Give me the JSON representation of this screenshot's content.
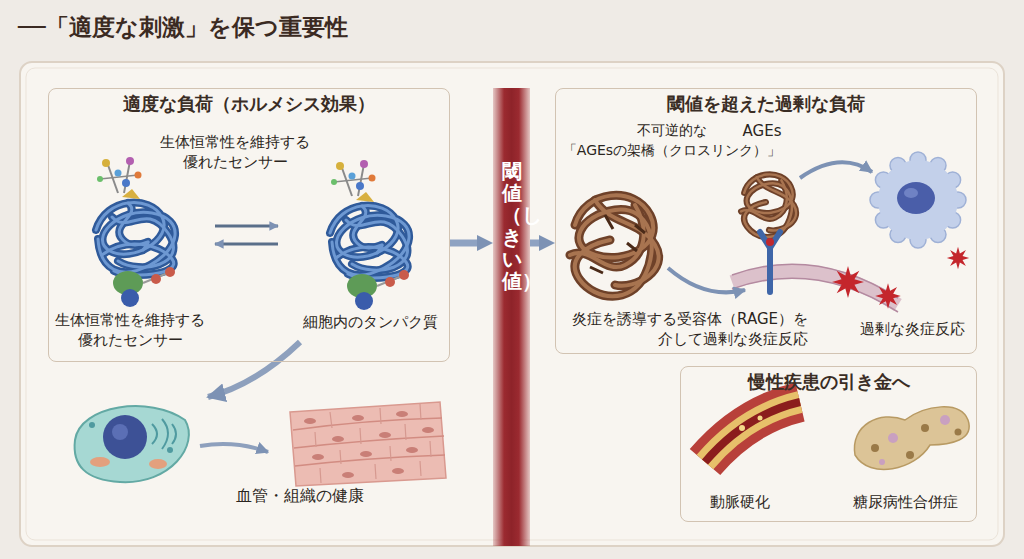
{
  "diagram": {
    "title": "──「適度な刺激」を保つ重要性",
    "nodes": [
      {
        "text": [
          "適度な負荷（ホルメシス効果）"
        ]
      },
      {
        "text": [
          "閾値（しきい値）"
        ]
      },
      {
        "text": [
          "閾値を超えた過剰な負荷"
        ]
      },
      {
        "text": [
          "慢性疾患の引き金へ"
        ]
      }
    ],
    "edges": [
      {
        "from": 0,
        "to": 1,
        "arrow": "to"
      },
      {
        "from": 1,
        "to": 2,
        "arrow": "to"
      }
    ],
    "labels": [
      "生体恒常性を維持する 優れたセンサー",
      "生体恒常性を維持する 優れたセンサー",
      "細胞内のタンパク質",
      "血管・組織の健康",
      "不可逆的な 「AGEsの架橋（クロスリンク）」",
      "AGEs",
      "炎症を誘導する受容体（RAGE）を 介して過剰な炎症反応",
      "過剰な炎症反応",
      "動脈硬化",
      "糖尿病性合併症"
    ]
  }
}
